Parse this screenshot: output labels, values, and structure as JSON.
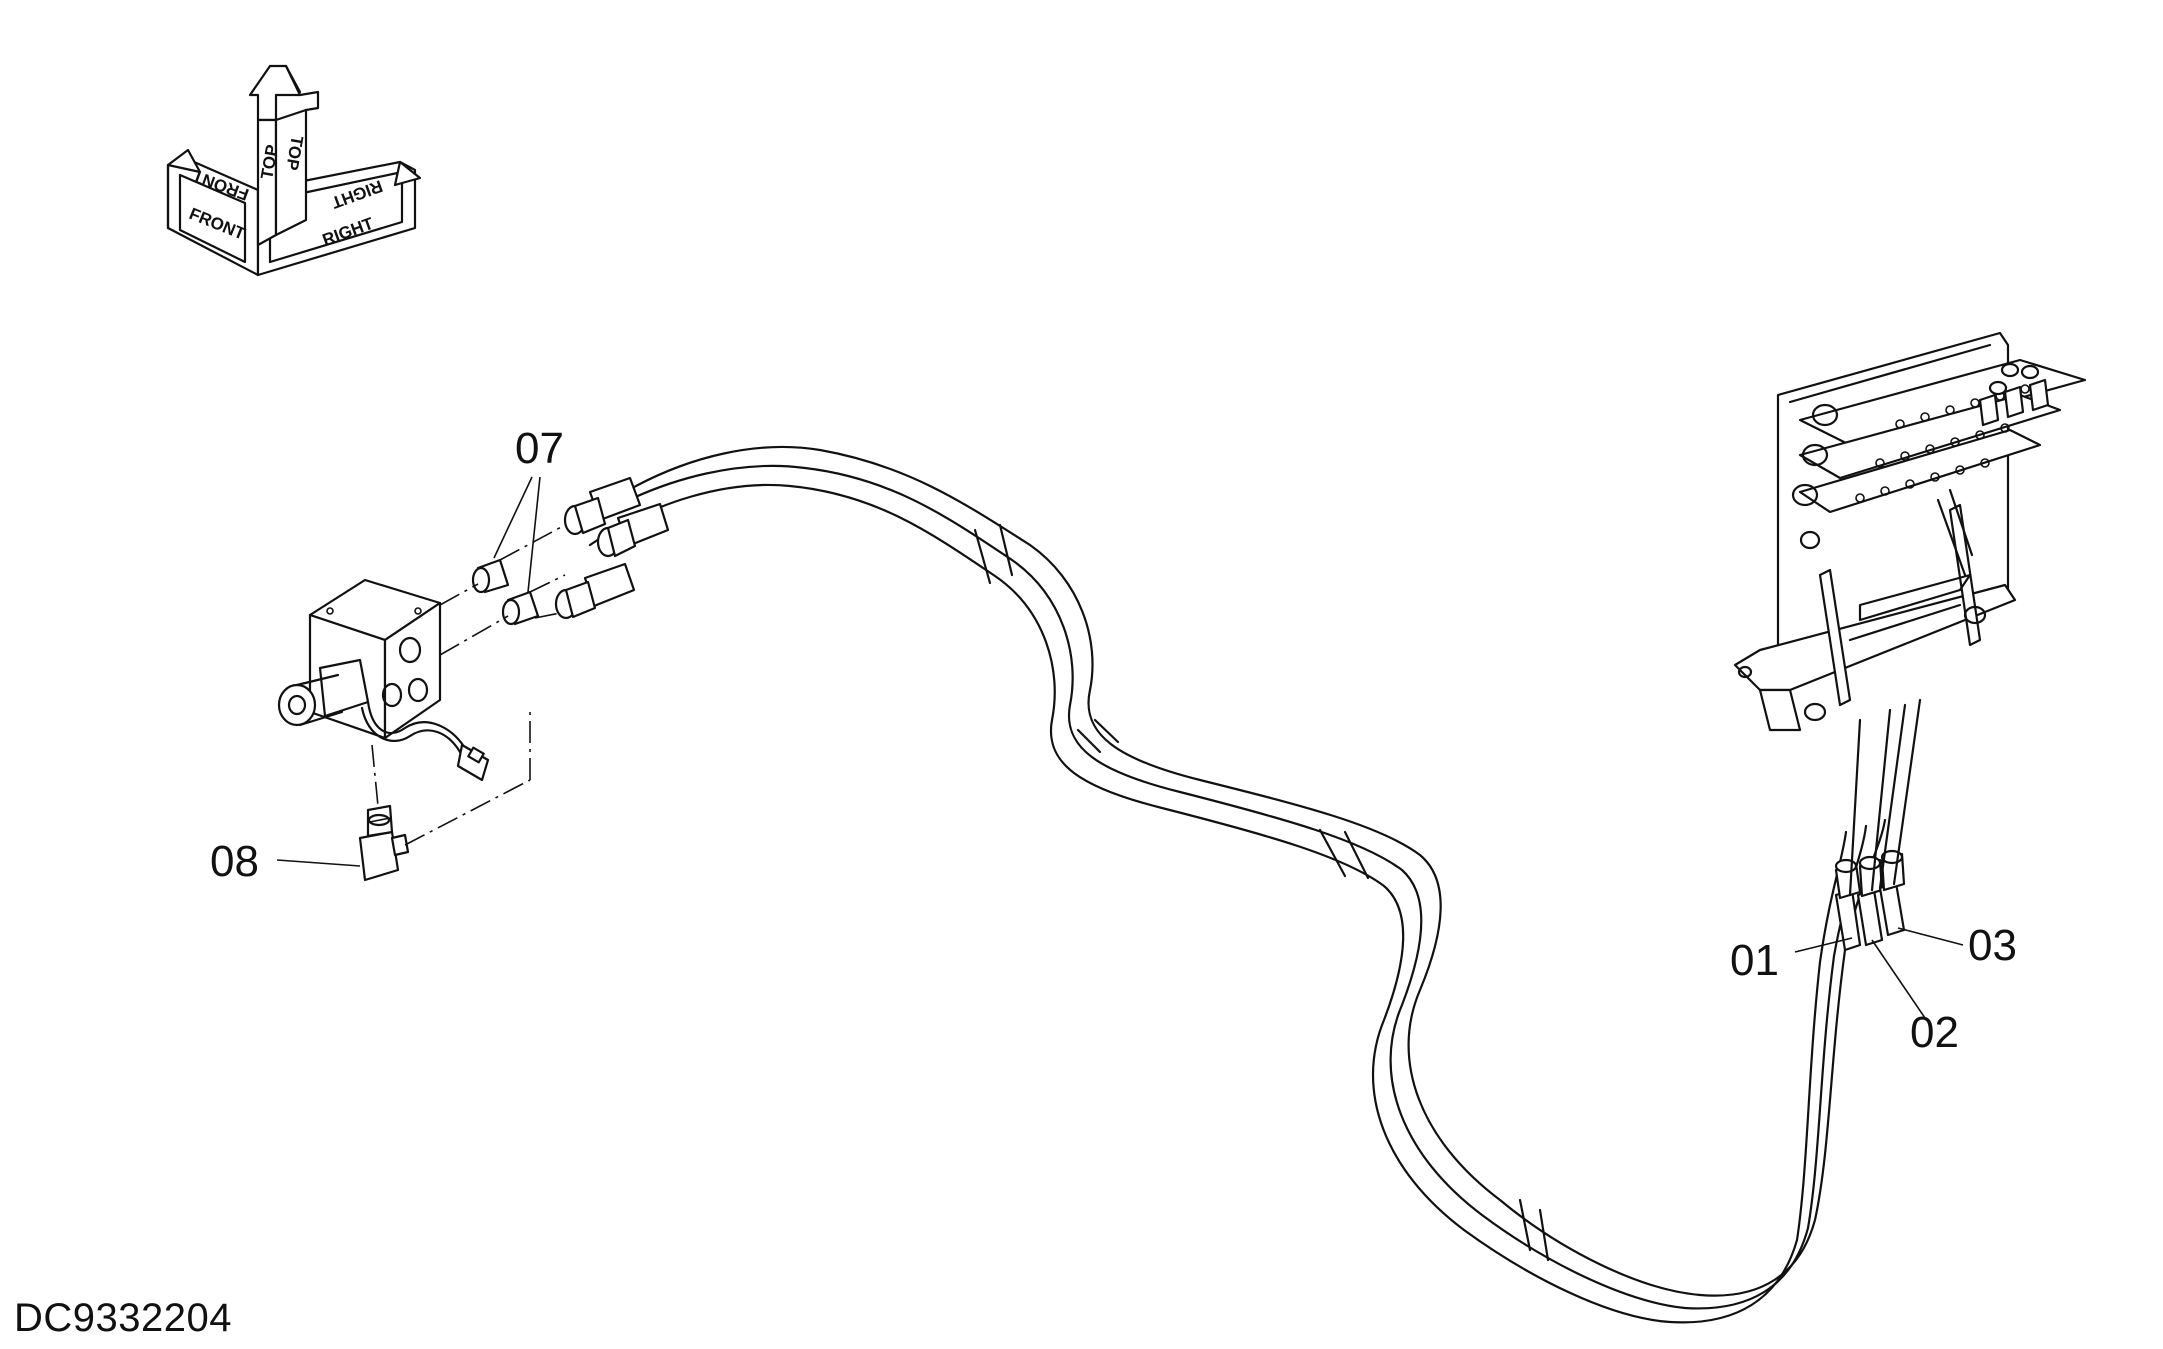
{
  "drawing": {
    "code": "DC9332204",
    "orientation": {
      "front": "FRONT",
      "top": "TOP",
      "right": "RIGHT"
    },
    "callouts": [
      {
        "id": "07",
        "label": "07"
      },
      {
        "id": "08",
        "label": "08"
      },
      {
        "id": "01",
        "label": "01"
      },
      {
        "id": "02",
        "label": "02"
      },
      {
        "id": "03",
        "label": "03"
      }
    ]
  }
}
